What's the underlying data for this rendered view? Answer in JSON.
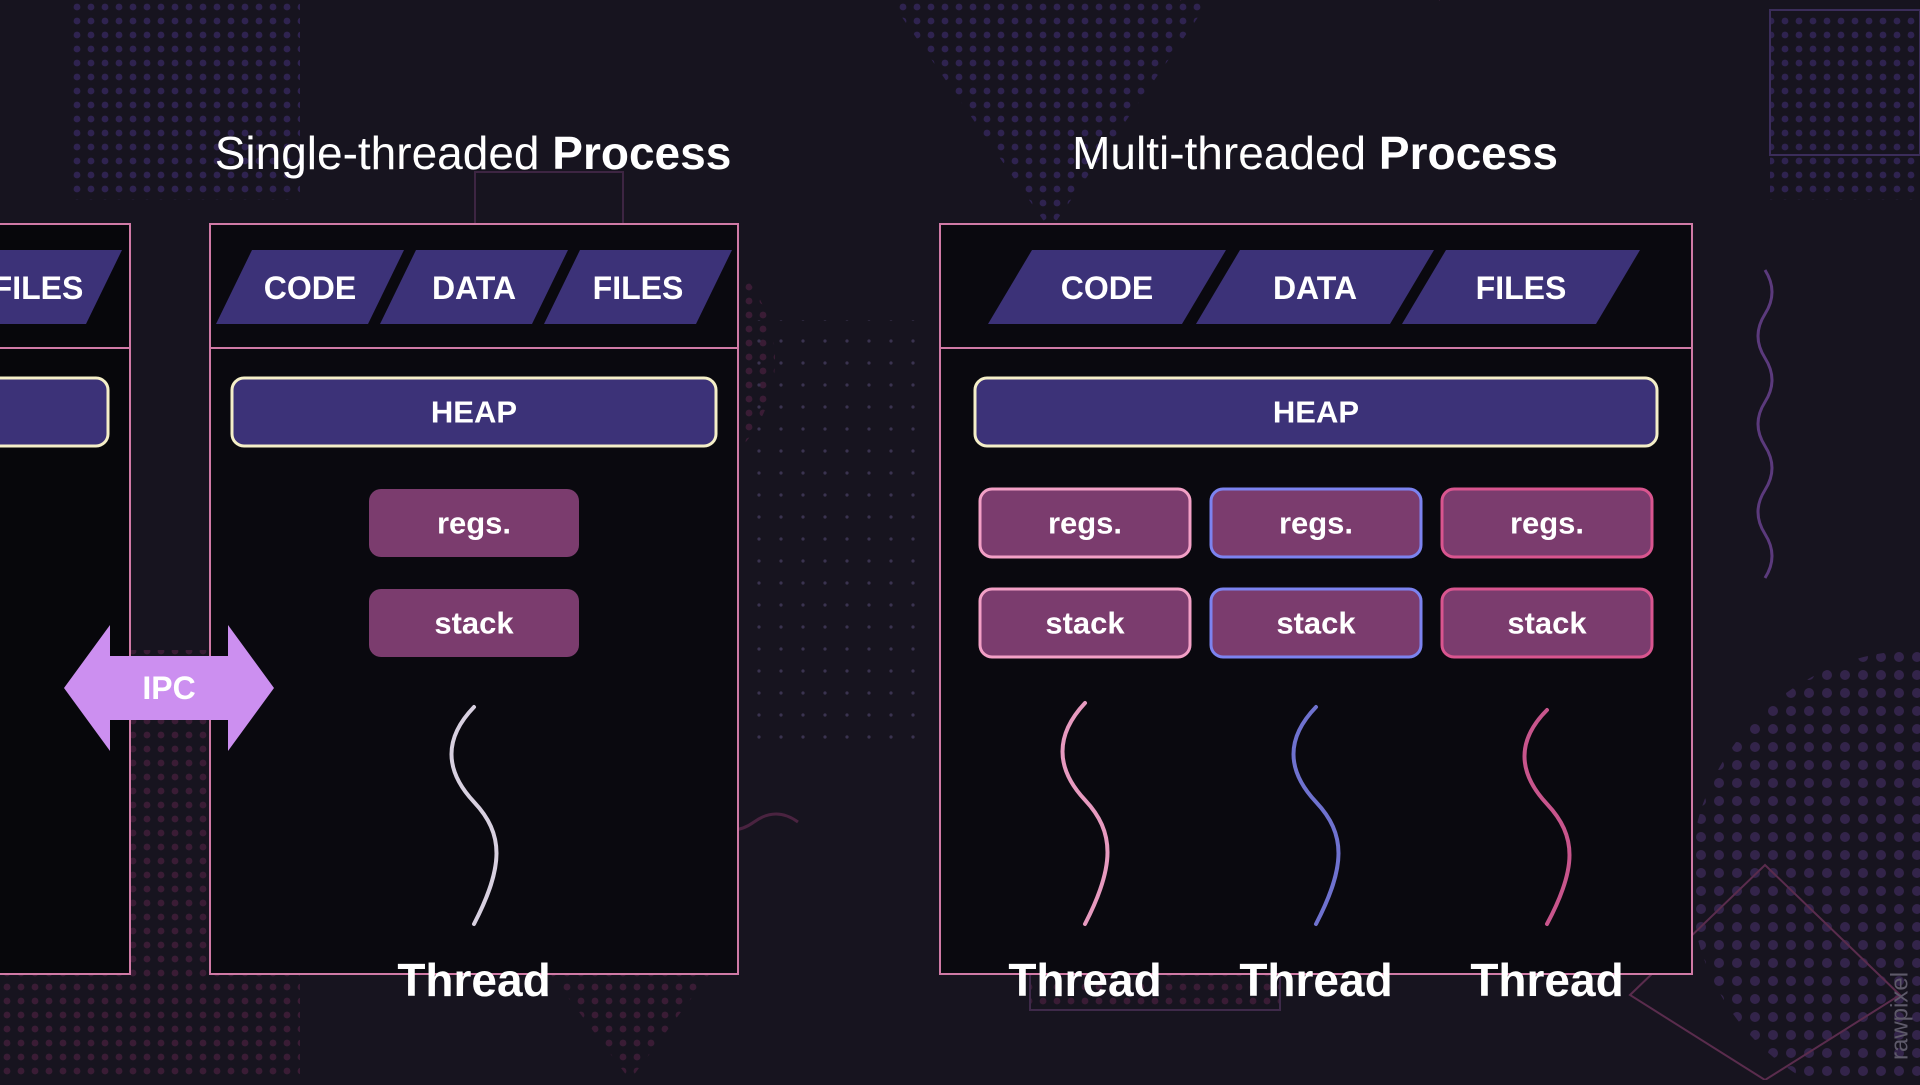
{
  "single_title": {
    "light": "Single-threaded ",
    "bold": "Process"
  },
  "multi_title": {
    "light": "Multi-threaded ",
    "bold": "Process"
  },
  "segments": {
    "code": "CODE",
    "data": "DATA",
    "files": "FILES"
  },
  "heap_label": "HEAP",
  "regs_label": "regs.",
  "stack_label": "stack",
  "thread_label": "Thread",
  "ipc_label": "IPC",
  "watermark": "rawpixel",
  "colors": {
    "background": "#17141f",
    "panel": "#0a090f",
    "panel_border": "#d07aa6",
    "segment_fill": "#3c3278",
    "heap_fill": "#3c3278",
    "heap_border": "#f5efc8",
    "box_fill": "#7b3c6e",
    "ipc_fill": "#cc8ff0",
    "thread_single": "#d8d0e0",
    "thread_pink": "#e79abf",
    "thread_blue": "#6f72cf",
    "thread_magenta": "#c8558c",
    "border_blue": "#7c83f0",
    "border_pink": "#f3a0c6",
    "border_magenta": "#d9558f"
  }
}
